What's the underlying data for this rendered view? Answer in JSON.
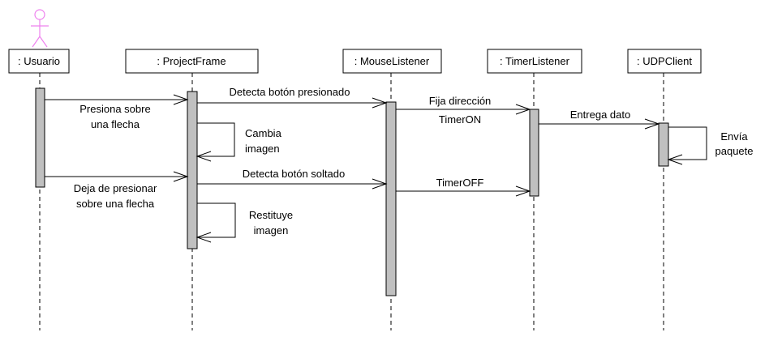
{
  "colors": {
    "actor_stroke": "#ee82ee",
    "activation_fill": "#c0c0c0",
    "line": "#000000"
  },
  "participants": {
    "usuario": ": Usuario",
    "projectframe": ": ProjectFrame",
    "mouselistener": ": MouseListener",
    "timerlistener": ": TimerListener",
    "udpclient": ": UDPClient"
  },
  "messages": {
    "presiona_line1": "Presiona sobre",
    "presiona_line2": "una flecha",
    "detecta_presionado": "Detecta botón presionado",
    "cambia_line1": "Cambia",
    "cambia_line2": "imagen",
    "fija_direccion": "Fija dirección",
    "timer_on": "TimerON",
    "entrega_dato": "Entrega dato",
    "envia_line1": "Envía",
    "envia_line2": "paquete",
    "deja_line1": "Deja de presionar",
    "deja_line2": "sobre una flecha",
    "detecta_soltado": "Detecta botón soltado",
    "timer_off": "TimerOFF",
    "restituye_line1": "Restituye",
    "restituye_line2": "imagen"
  }
}
